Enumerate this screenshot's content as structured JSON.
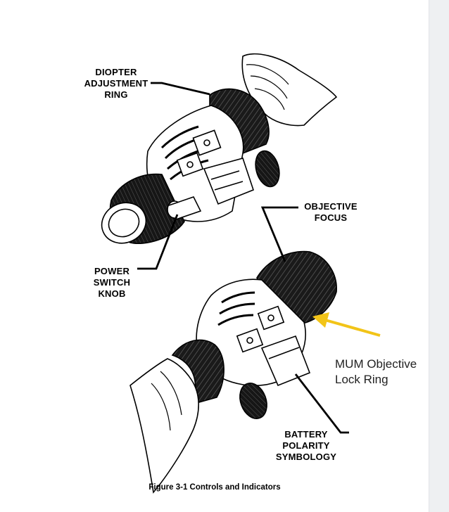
{
  "callouts": {
    "diopter": [
      "DIOPTER",
      "ADJUSTMENT",
      "RING"
    ],
    "objective_focus": [
      "OBJECTIVE",
      "FOCUS"
    ],
    "power_switch": [
      "POWER",
      "SWITCH",
      "KNOB"
    ],
    "battery": [
      "BATTERY",
      "POLARITY",
      "SYMBOLOGY"
    ],
    "mum_lock": [
      "MUM Objective",
      "Lock Ring"
    ]
  },
  "caption": "Figure 3-1 Controls and Indicators",
  "colors": {
    "arrow": "#f2c418",
    "line": "#000000",
    "panel": "#eef0f2"
  }
}
